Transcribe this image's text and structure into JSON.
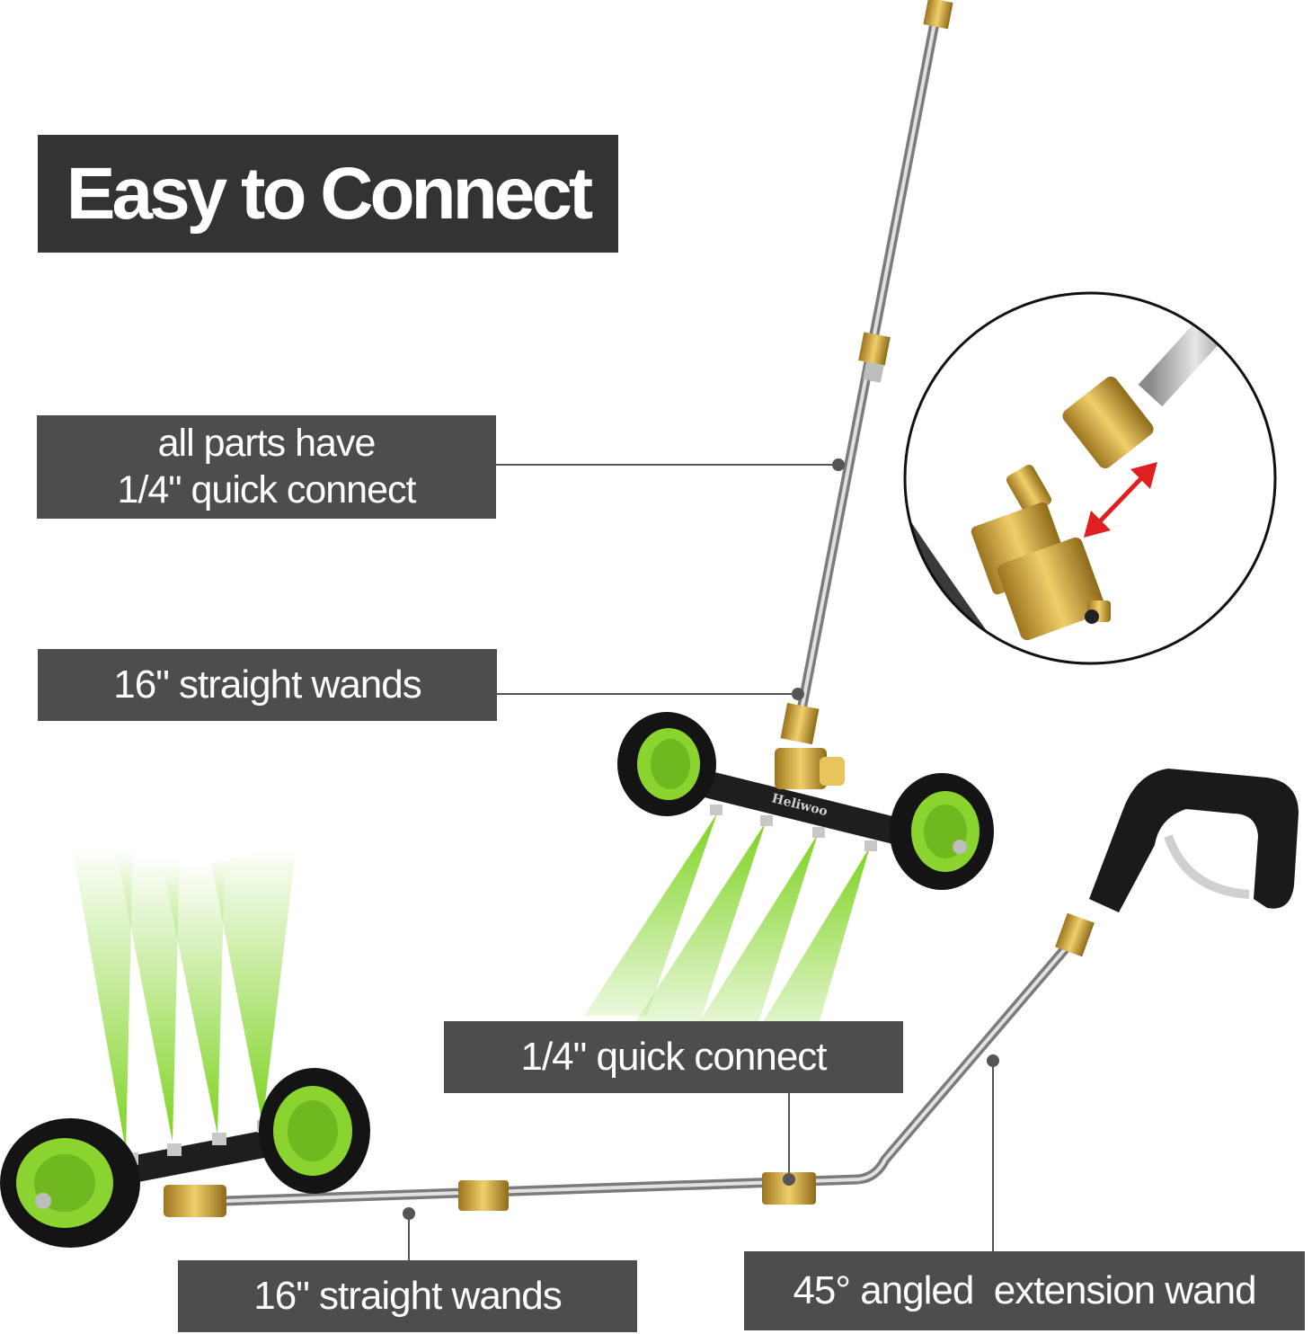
{
  "title": "Easy to Connect",
  "labels": {
    "all_parts_line1": "all parts have",
    "all_parts_line2": "1/4\" quick connect",
    "straight_wands_upper": "16\" straight wands",
    "quick_connect": "1/4\" quick connect",
    "straight_wands_lower": "16\" straight wands",
    "angled_wand": "45° angled  extension wand"
  },
  "brand": "Heliwoo",
  "colors": {
    "label_bg": "#4d4d4d",
    "title_bg": "#333333",
    "spray_green": "#7ed321",
    "wheel_hub_green": "#8bd430",
    "brass": "#d4a93a",
    "detail_arrow": "#e02020"
  },
  "icons": {
    "detail_arrow": "double-arrow-icon"
  }
}
